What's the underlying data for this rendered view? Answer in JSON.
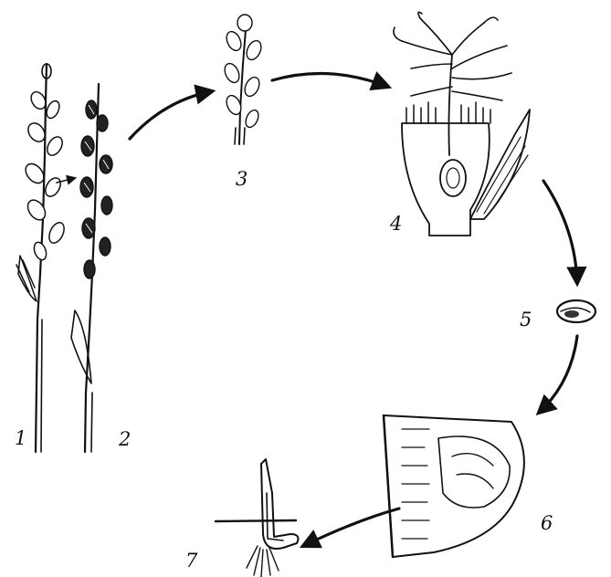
{
  "diagram": {
    "stages": [
      {
        "label": "1",
        "depicts": "healthy-ear"
      },
      {
        "label": "2",
        "depicts": "infected-ear"
      },
      {
        "label": "3",
        "depicts": "ear-fragment"
      },
      {
        "label": "4",
        "depicts": "flower-section"
      },
      {
        "label": "5",
        "depicts": "seed"
      },
      {
        "label": "6",
        "depicts": "seed-section"
      },
      {
        "label": "7",
        "depicts": "seedling"
      }
    ]
  }
}
